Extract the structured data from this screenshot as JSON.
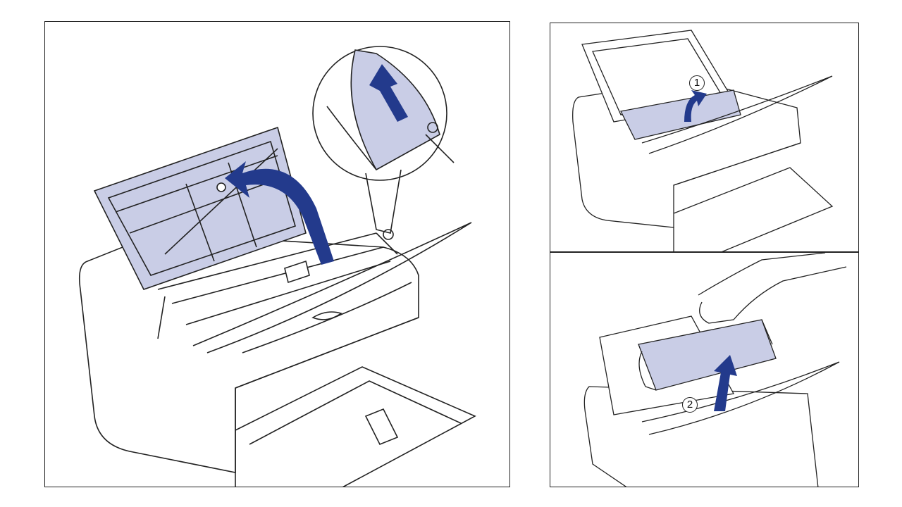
{
  "panels": {
    "main": {
      "subject": "printer-top-cover-open"
    },
    "step1": {
      "step_label": "1"
    },
    "step2": {
      "step_label": "2"
    }
  },
  "colors": {
    "accent_fill": "#c9cde6",
    "arrow": "#233a8c",
    "line": "#222222"
  }
}
